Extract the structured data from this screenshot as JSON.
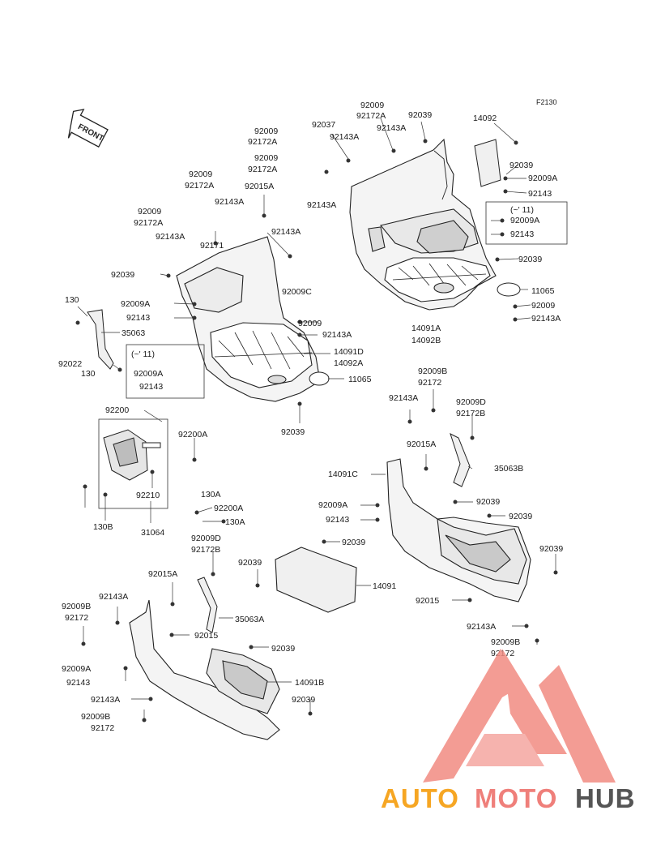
{
  "figure_ref": "F2130",
  "front_label": "FRONT",
  "watermark": {
    "part1": "AUTO",
    "part2": "MOTO",
    "part3": "HUB",
    "color1": "#f6a623",
    "color2": "#ef7f7a",
    "color3": "#555555",
    "logo_color": "#f28b82"
  },
  "inset_note": "(~' 11)",
  "callouts": [
    {
      "id": "c0",
      "text": "92009"
    },
    {
      "id": "c1",
      "text": "92172A"
    },
    {
      "id": "c2",
      "text": "92039"
    },
    {
      "id": "c3",
      "text": "92143A"
    },
    {
      "id": "c4",
      "text": "92009"
    },
    {
      "id": "c5",
      "text": "92037"
    },
    {
      "id": "c6",
      "text": "92172A"
    },
    {
      "id": "c7",
      "text": "92143A"
    },
    {
      "id": "c8",
      "text": "14092"
    },
    {
      "id": "c9",
      "text": "92039"
    },
    {
      "id": "c10",
      "text": "92009"
    },
    {
      "id": "c11",
      "text": "92172A"
    },
    {
      "id": "c12",
      "text": "92009A"
    },
    {
      "id": "c13",
      "text": "92143A"
    },
    {
      "id": "c14",
      "text": "92143"
    },
    {
      "id": "c15",
      "text": "92009"
    },
    {
      "id": "c16",
      "text": "92172A"
    },
    {
      "id": "c17",
      "text": "92015A"
    },
    {
      "id": "c18",
      "text": "(~' 11)"
    },
    {
      "id": "c19",
      "text": "92009A"
    },
    {
      "id": "c20",
      "text": "92143"
    },
    {
      "id": "c21",
      "text": "92009"
    },
    {
      "id": "c22",
      "text": "92172A"
    },
    {
      "id": "c23",
      "text": "92143A"
    },
    {
      "id": "c24",
      "text": "92143A"
    },
    {
      "id": "c25",
      "text": "92171"
    },
    {
      "id": "c26",
      "text": "92143A"
    },
    {
      "id": "c27",
      "text": "92039"
    },
    {
      "id": "c28",
      "text": "92039"
    },
    {
      "id": "c29",
      "text": "92009C"
    },
    {
      "id": "c30",
      "text": "11065"
    },
    {
      "id": "c31",
      "text": "92009"
    },
    {
      "id": "c32",
      "text": "92009A"
    },
    {
      "id": "c33",
      "text": "92143A"
    },
    {
      "id": "c34",
      "text": "130"
    },
    {
      "id": "c35",
      "text": "92143"
    },
    {
      "id": "c36",
      "text": "92009"
    },
    {
      "id": "c37",
      "text": "14091A"
    },
    {
      "id": "c38",
      "text": "35063"
    },
    {
      "id": "c39",
      "text": "92143A"
    },
    {
      "id": "c40",
      "text": "14092B"
    },
    {
      "id": "c41",
      "text": "14091D"
    },
    {
      "id": "c42",
      "text": "(~' 11)"
    },
    {
      "id": "c43",
      "text": "14092A"
    },
    {
      "id": "c44",
      "text": "92022"
    },
    {
      "id": "c45",
      "text": "92009A"
    },
    {
      "id": "c46",
      "text": "130"
    },
    {
      "id": "c47",
      "text": "11065"
    },
    {
      "id": "c48",
      "text": "92143"
    },
    {
      "id": "c49",
      "text": "92009B"
    },
    {
      "id": "c50",
      "text": "92172"
    },
    {
      "id": "c51",
      "text": "92143A"
    },
    {
      "id": "c52",
      "text": "92009D"
    },
    {
      "id": "c53",
      "text": "92200"
    },
    {
      "id": "c54",
      "text": "92172B"
    },
    {
      "id": "c55",
      "text": "92039"
    },
    {
      "id": "c56",
      "text": "92200A"
    },
    {
      "id": "c57",
      "text": "92015A"
    },
    {
      "id": "c58",
      "text": "35063B"
    },
    {
      "id": "c59",
      "text": "14091C"
    },
    {
      "id": "c60",
      "text": "130A"
    },
    {
      "id": "c61",
      "text": "92210"
    },
    {
      "id": "c62",
      "text": "92200A"
    },
    {
      "id": "c63",
      "text": "92039"
    },
    {
      "id": "c64",
      "text": "92009A"
    },
    {
      "id": "c65",
      "text": "92039"
    },
    {
      "id": "c66",
      "text": "130A"
    },
    {
      "id": "c67",
      "text": "92143"
    },
    {
      "id": "c68",
      "text": "130B"
    },
    {
      "id": "c69",
      "text": "31064"
    },
    {
      "id": "c70",
      "text": "92039"
    },
    {
      "id": "c71",
      "text": "92009D"
    },
    {
      "id": "c72",
      "text": "92172B"
    },
    {
      "id": "c73",
      "text": "92039"
    },
    {
      "id": "c74",
      "text": "92039"
    },
    {
      "id": "c75",
      "text": "14091"
    },
    {
      "id": "c76",
      "text": "92015A"
    },
    {
      "id": "c77",
      "text": "92143A"
    },
    {
      "id": "c78",
      "text": "35063A"
    },
    {
      "id": "c79",
      "text": "92015"
    },
    {
      "id": "c80",
      "text": "92009B"
    },
    {
      "id": "c81",
      "text": "92172"
    },
    {
      "id": "c82",
      "text": "92143A"
    },
    {
      "id": "c83",
      "text": "92015"
    },
    {
      "id": "c84",
      "text": "92009B"
    },
    {
      "id": "c85",
      "text": "92172"
    },
    {
      "id": "c86",
      "text": "92039"
    },
    {
      "id": "c87",
      "text": "92009A"
    },
    {
      "id": "c88",
      "text": "14091B"
    },
    {
      "id": "c89",
      "text": "92143"
    },
    {
      "id": "c90",
      "text": "92143A"
    },
    {
      "id": "c91",
      "text": "92039"
    },
    {
      "id": "c92",
      "text": "92009B"
    },
    {
      "id": "c93",
      "text": "92172"
    }
  ]
}
